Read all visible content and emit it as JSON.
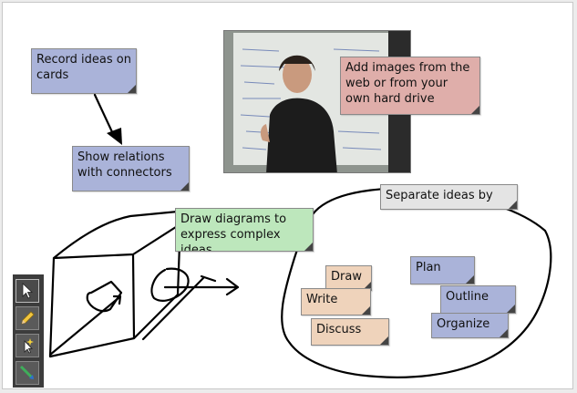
{
  "cards": {
    "record_ideas": "Record ideas on cards",
    "show_relations": "Show relations with connectors",
    "add_images": "Add images from the web or from your own hard drive",
    "draw_diagrams": "Draw diagrams to express complex ideas",
    "separate_ideas": "Separate ideas by",
    "draw": "Draw",
    "write": "Write",
    "discuss": "Discuss",
    "plan": "Plan",
    "outline": "Outline",
    "organize": "Organize"
  },
  "colors": {
    "blue_card": "#aab3d9",
    "pink_card": "#dfaeaa",
    "green_card": "#bde7bc",
    "grey_card": "#e4e4e4",
    "peach_card": "#efd3bb",
    "toolbar": "#3c3c3c"
  },
  "toolbar": {
    "tools": [
      "select-arrow-icon",
      "pencil-icon",
      "pointer-sparkle-icon",
      "connector-pen-icon"
    ]
  }
}
